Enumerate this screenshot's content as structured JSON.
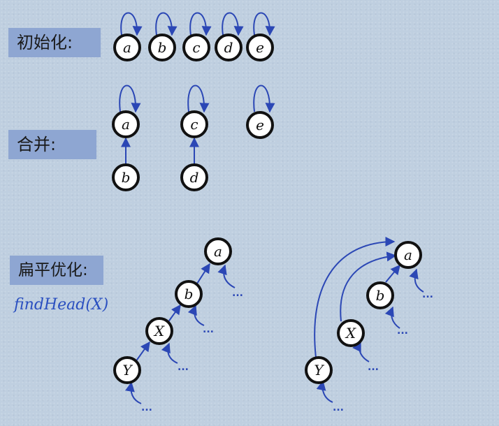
{
  "labels": {
    "init": "初始化:",
    "merge": "合并:",
    "flatten": "扁平优化:",
    "function_call": "findHead(X)"
  },
  "ellipsis": "...",
  "colors": {
    "background": "#bfcfe0",
    "label_box": "#8ea6d2",
    "edge": "#2b47b5",
    "node_border": "#111111"
  },
  "sections": {
    "init": {
      "nodes": [
        "a",
        "b",
        "c",
        "d",
        "e"
      ],
      "self_loops": [
        "a",
        "b",
        "c",
        "d",
        "e"
      ]
    },
    "merge": {
      "nodes": [
        "a",
        "c",
        "e",
        "b",
        "d"
      ],
      "self_loops": [
        "a",
        "c",
        "e"
      ],
      "edges": [
        [
          "b",
          "a"
        ],
        [
          "d",
          "c"
        ]
      ]
    },
    "flatten_before": {
      "nodes": [
        "a",
        "b",
        "X",
        "Y"
      ],
      "edges": [
        [
          "Y",
          "X"
        ],
        [
          "X",
          "b"
        ],
        [
          "b",
          "a"
        ]
      ]
    },
    "flatten_after": {
      "nodes": [
        "a",
        "b",
        "X",
        "Y"
      ],
      "edges": [
        [
          "Y",
          "a"
        ],
        [
          "X",
          "a"
        ],
        [
          "b",
          "a"
        ]
      ]
    }
  }
}
